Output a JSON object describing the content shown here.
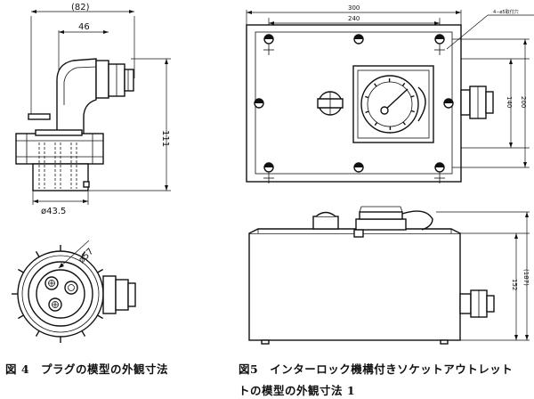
{
  "fig4": {
    "dims": {
      "top": "(82)",
      "mid": "46",
      "height": "111",
      "bottom": "ø43.5",
      "circle": "ø57"
    },
    "caption": "図 4　プラグの模型の外観寸法"
  },
  "fig5": {
    "dims": {
      "width_outer": "300",
      "width_inner": "240",
      "holes": "4−ø5取付穴",
      "h140": "140",
      "h200": "200",
      "h152": "152",
      "h187": "(187)"
    },
    "caption_line1": "図5　インターロック機構付きソケットアウトレット",
    "caption_line2": "トの模型の外観寸法 1"
  }
}
